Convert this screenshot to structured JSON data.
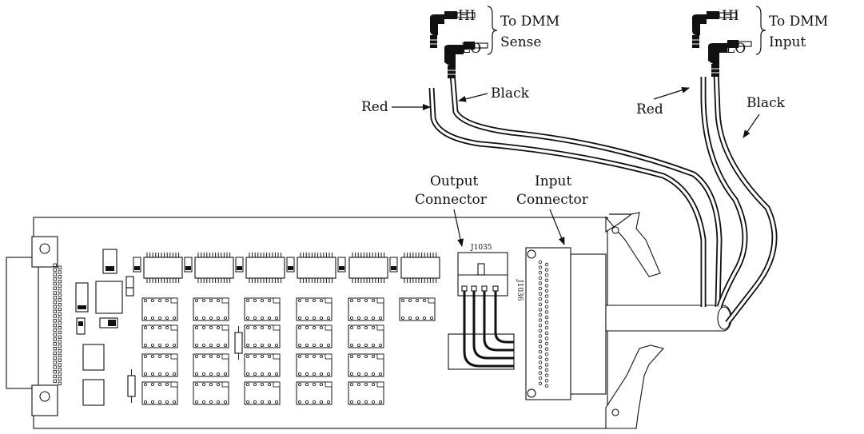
{
  "labels": {
    "sense_hi": "HI",
    "sense_lo": "LO",
    "sense_to_line1": "To DMM",
    "sense_to_line2": "Sense",
    "input_hi": "HI",
    "input_lo": "LO",
    "input_to_line1": "To DMM",
    "input_to_line2": "Input",
    "red_left": "Red",
    "black_left": "Black",
    "red_right": "Red",
    "black_right": "Black",
    "output_connector_line1": "Output",
    "output_connector_line2": "Connector",
    "input_connector_line1": "Input",
    "input_connector_line2": "Connector",
    "j1035": "J1035",
    "j1036": "J1036"
  }
}
